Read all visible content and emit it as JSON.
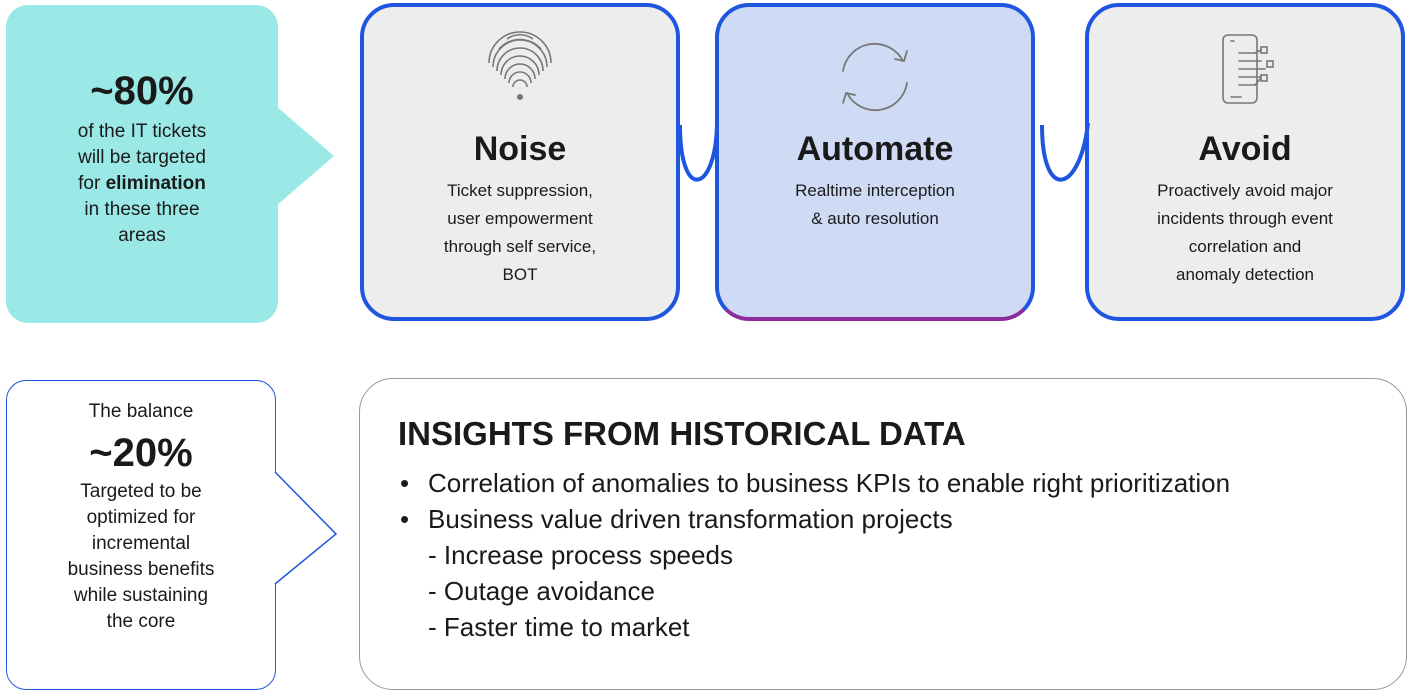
{
  "callout_top": {
    "percent": "~80%",
    "line1": "of the IT tickets",
    "line2": "will be targeted",
    "line3_prefix": "for ",
    "line3_bold": "elimination",
    "line4": "in these three",
    "line5": "areas"
  },
  "cards": [
    {
      "title": "Noise",
      "icon": "fingerprint-icon",
      "lines": [
        "Ticket suppression,",
        "user empowerment",
        "through self service,",
        "BOT"
      ]
    },
    {
      "title": "Automate",
      "icon": "refresh-icon",
      "lines": [
        "Realtime interception",
        "& auto resolution"
      ]
    },
    {
      "title": "Avoid",
      "icon": "phone-circuit-icon",
      "lines": [
        "Proactively avoid major",
        "incidents through event",
        "correlation and",
        "anomaly detection"
      ]
    }
  ],
  "callout_bottom": {
    "intro": "The balance",
    "percent": "~20%",
    "lines": [
      "Targeted to be",
      "optimized for",
      "incremental",
      "business benefits",
      "while sustaining",
      "the core"
    ]
  },
  "insights": {
    "heading": "INSIGHTS FROM HISTORICAL DATA",
    "bullets": [
      "Correlation of anomalies to business KPIs to enable right prioritization",
      "Business value driven transformation projects"
    ],
    "sub_items": [
      "Increase process speeds",
      "Outage avoidance",
      "Faster time to market"
    ]
  },
  "colors": {
    "teal": "#9ae9e7",
    "blue_border": "#1f56e0",
    "purple_border": "#8e2c9b",
    "card_gray": "#ededed",
    "card_blue": "#cfdaf5"
  }
}
